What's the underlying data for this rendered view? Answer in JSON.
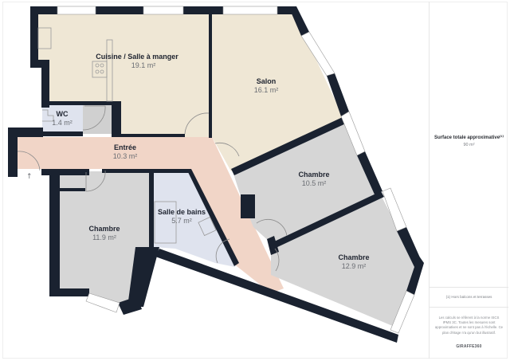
{
  "floorplan": {
    "rooms": [
      {
        "id": "cuisine",
        "name": "Cuisine / Salle à manger",
        "area": "19.1 m²",
        "fill": "#efe7d5"
      },
      {
        "id": "salon",
        "name": "Salon",
        "area": "16.1 m²",
        "fill": "#efe7d5"
      },
      {
        "id": "wc",
        "name": "WC",
        "area": "1.4 m²",
        "fill": "#dfe3ee"
      },
      {
        "id": "entree",
        "name": "Entrée",
        "area": "10.3 m²",
        "fill": "#f1d5c7"
      },
      {
        "id": "chambre1",
        "name": "Chambre",
        "area": "10.5 m²",
        "fill": "#d6d6d6"
      },
      {
        "id": "chambre2",
        "name": "Chambre",
        "area": "11.9 m²",
        "fill": "#d6d6d6"
      },
      {
        "id": "sdb",
        "name": "Salle de bains",
        "area": "5.7 m²",
        "fill": "#dfe3ee"
      },
      {
        "id": "chambre3",
        "name": "Chambre",
        "area": "12.9 m²",
        "fill": "#d6d6d6"
      }
    ],
    "colors": {
      "wall": "#1a2230",
      "window": "#ffffff",
      "fixture_stroke": "#9a9a9a",
      "door_arc": "#8a8a8a"
    },
    "entrance_arrow": "↑"
  },
  "sidebar": {
    "total_title": "Surface totale approximative⁽¹⁾",
    "total_value": "90 m²",
    "footnote": "(1) Hors balcons et terrasses",
    "disclaimer": "Les calculs se réfèrent à la norme ISCS IPMS 3C. Toutes les mesures sont approximatives et ne sont pas à l'échelle. Ce plan d'étage n'a qu'un but illustratif.",
    "brand": "GIRAFFE360"
  }
}
